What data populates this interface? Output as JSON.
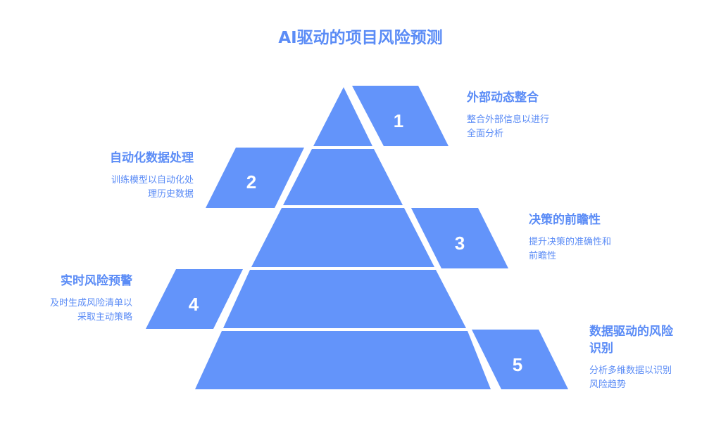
{
  "title": "AI驱动的项目风险预测",
  "accent_color": "#6394fa",
  "layers": [
    {
      "number": "1",
      "title": "外部动态整合",
      "desc_lines": [
        "整合外部信息以进行",
        "全面分析"
      ]
    },
    {
      "number": "2",
      "title": "自动化数据处理",
      "desc_lines": [
        "训练模型以自动化处",
        "理历史数据"
      ]
    },
    {
      "number": "3",
      "title": "决策的前瞻性",
      "desc_lines": [
        "提升决策的准确性和",
        "前瞻性"
      ]
    },
    {
      "number": "4",
      "title": "实时风险预警",
      "desc_lines": [
        "及时生成风险清单以",
        "采取主动策略"
      ]
    },
    {
      "number": "5",
      "title_lines": [
        "数据驱动的风险",
        "识别"
      ],
      "desc_lines": [
        "分析多维数据以识别",
        "风险趋势"
      ]
    }
  ]
}
